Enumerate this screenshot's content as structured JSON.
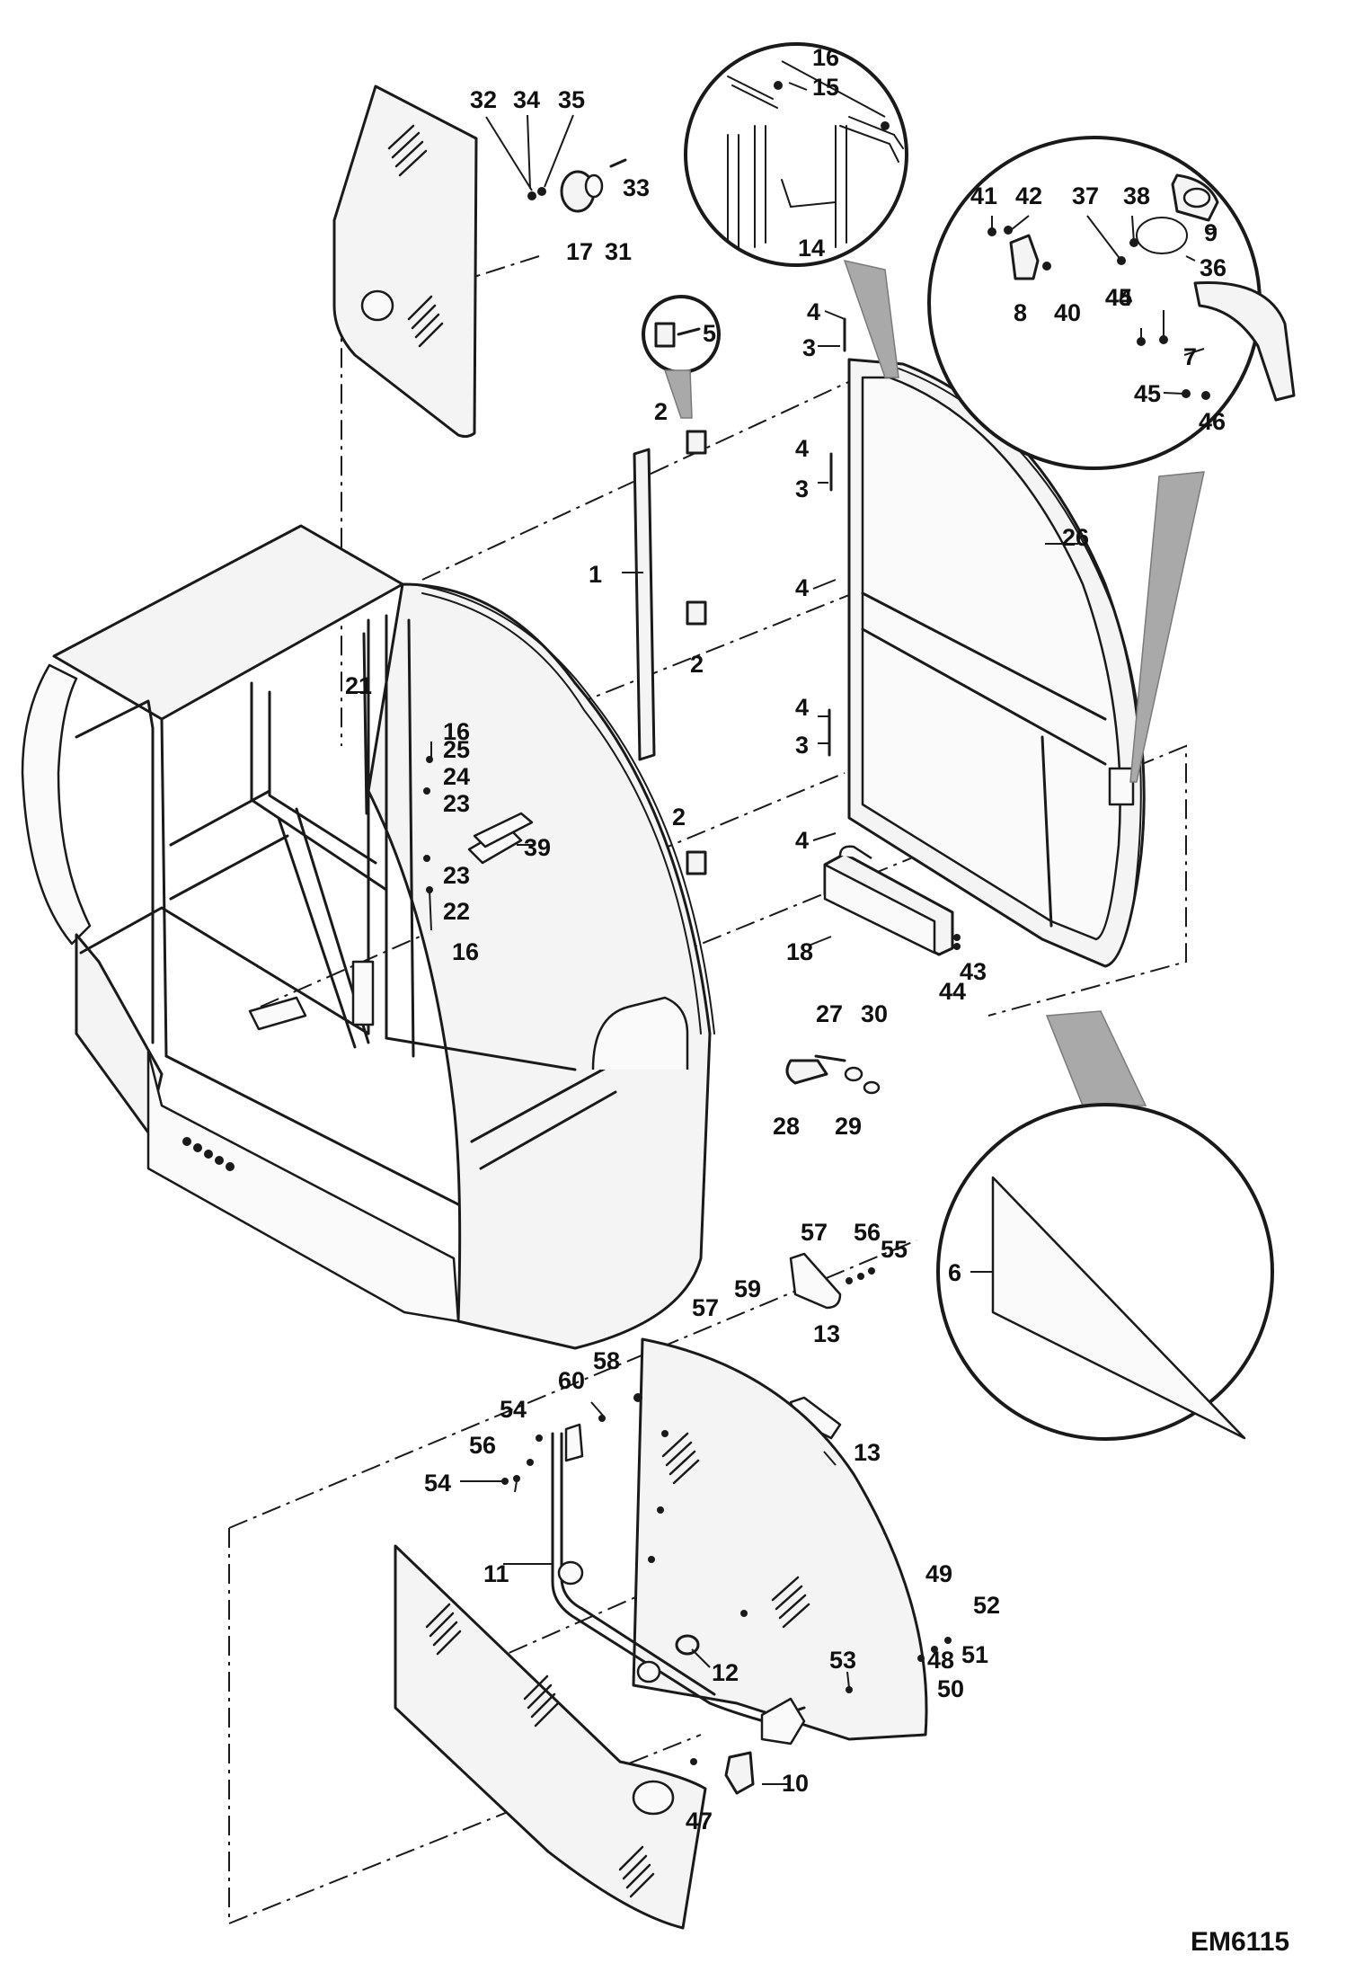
{
  "drawing_code": "EM6115",
  "callouts": [
    "1",
    "2",
    "2",
    "2",
    "3",
    "3",
    "3",
    "4",
    "4",
    "4",
    "4",
    "4",
    "5",
    "6",
    "7",
    "8",
    "9",
    "10",
    "11",
    "12",
    "13",
    "13",
    "14",
    "15",
    "16",
    "16",
    "16",
    "17",
    "18",
    "21",
    "22",
    "23",
    "23",
    "24",
    "25",
    "26",
    "27",
    "28",
    "29",
    "30",
    "31",
    "32",
    "33",
    "34",
    "35",
    "36",
    "37",
    "38",
    "39",
    "40",
    "41",
    "42",
    "43",
    "44",
    "44",
    "45",
    "45",
    "46",
    "47",
    "48",
    "49",
    "50",
    "51",
    "52",
    "53",
    "54",
    "54",
    "55",
    "56",
    "56",
    "57",
    "57",
    "58",
    "59",
    "60"
  ]
}
